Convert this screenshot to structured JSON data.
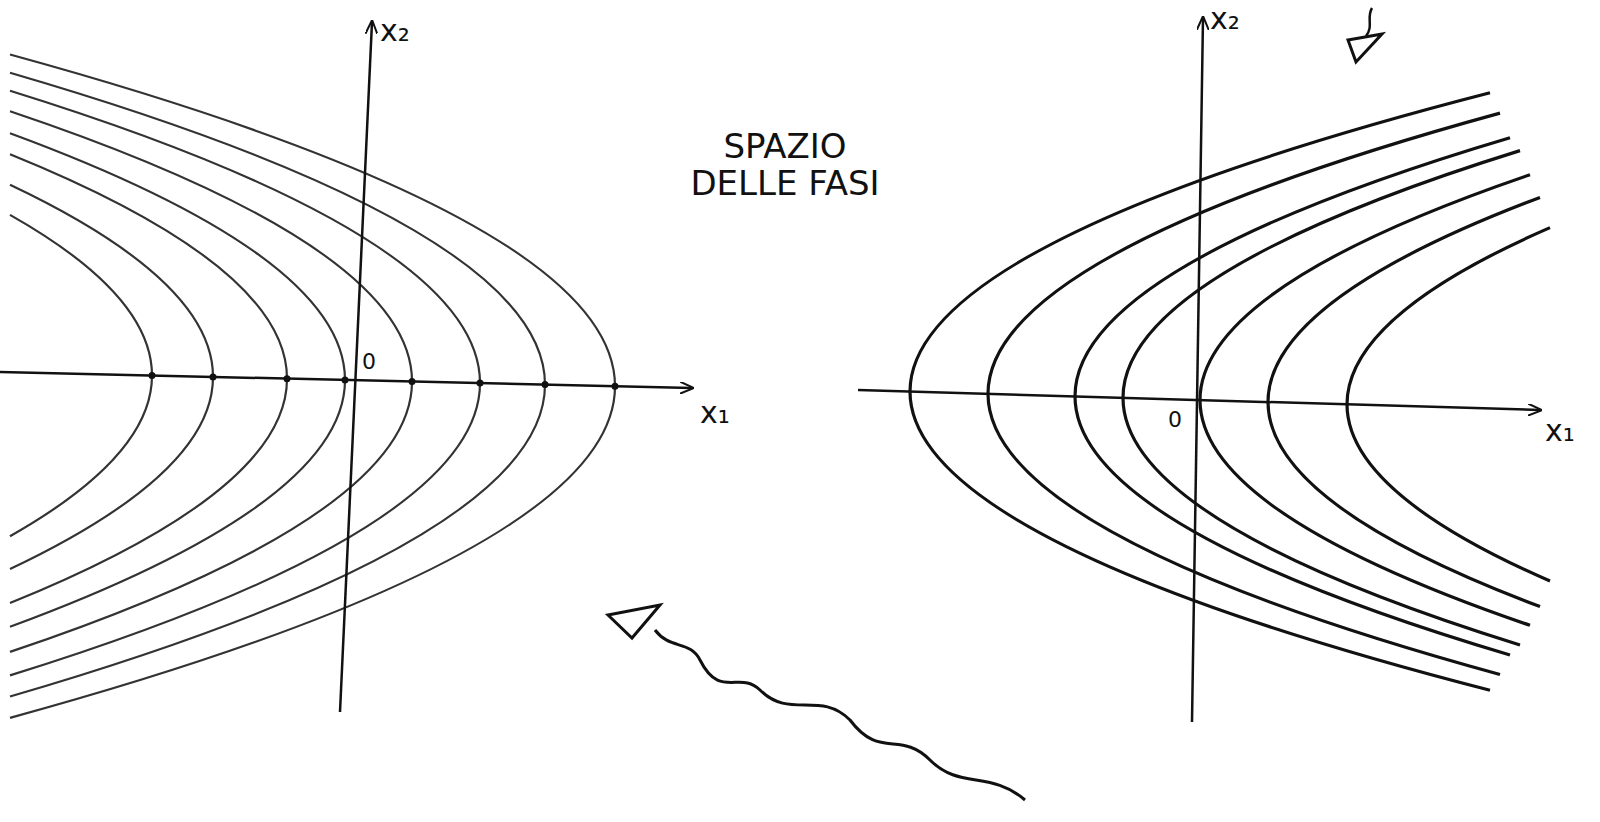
{
  "diagram": {
    "labels": [
      "x₂",
      "x₁",
      "0",
      "SPAZIO DELLE FASI",
      "x₂",
      "x₁",
      "0"
    ]
  }
}
